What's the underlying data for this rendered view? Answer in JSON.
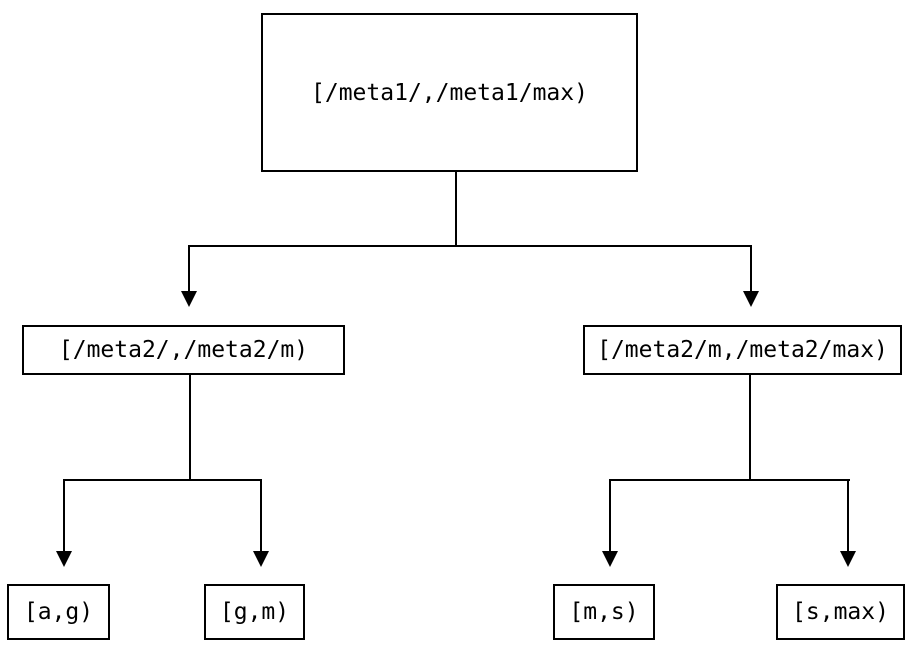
{
  "diagram": {
    "type": "tree",
    "description": "Binary interval-partition tree with metadata key ranges",
    "root": {
      "label": "[/meta1/,/meta1/max)"
    },
    "level2": [
      {
        "label": "[/meta2/,/meta2/m)"
      },
      {
        "label": "[/meta2/m,/meta2/max)"
      }
    ],
    "leaves": [
      {
        "label": "[a,g)"
      },
      {
        "label": "[g,m)"
      },
      {
        "label": "[m,s)"
      },
      {
        "label": "[s,max)"
      }
    ],
    "edges": [
      {
        "from": "root",
        "to": "level2.0"
      },
      {
        "from": "root",
        "to": "level2.1"
      },
      {
        "from": "level2.0",
        "to": "leaves.0"
      },
      {
        "from": "level2.0",
        "to": "leaves.1"
      },
      {
        "from": "level2.1",
        "to": "leaves.2"
      },
      {
        "from": "level2.1",
        "to": "leaves.3"
      }
    ],
    "colors": {
      "line": "#000000",
      "text": "#000000",
      "background": "#ffffff"
    }
  }
}
